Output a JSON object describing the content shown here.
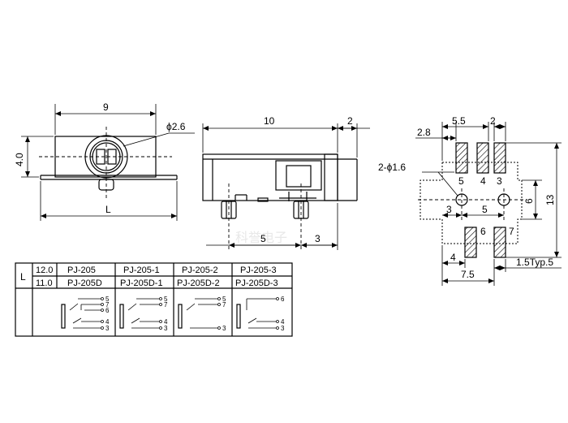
{
  "dims": {
    "front_width": "9",
    "front_height": "4.0",
    "front_length": "L",
    "hole_dia": "ϕ2.6",
    "side_length": "10",
    "side_tab": "2",
    "side_pin1": "5",
    "side_pin2": "3",
    "fp_2_8": "2.8",
    "fp_5_5": "5.5",
    "fp_2": "2",
    "fp_hole": "2-ϕ1.6",
    "fp_6": "6",
    "fp_13": "13",
    "fp_3": "3",
    "fp_5": "5",
    "fp_4": "4",
    "fp_7_5": "7.5",
    "fp_typ": "1.5Typ.5"
  },
  "pads": {
    "p5": "5",
    "p4": "4",
    "p3": "3",
    "p6": "6",
    "p7": "7"
  },
  "table": {
    "l_header": "L",
    "rows": [
      {
        "len": "12.0",
        "models": [
          "PJ-205",
          "PJ-205-1",
          "PJ-205-2",
          "PJ-205-3"
        ]
      },
      {
        "len": "11.0",
        "models": [
          "PJ-205D",
          "PJ-205D-1",
          "PJ-205D-2",
          "PJ-205D-3"
        ]
      }
    ],
    "schematics": [
      {
        "pins": [
          "5",
          "7",
          "6",
          "4",
          "3"
        ]
      },
      {
        "pins": [
          "5",
          "7",
          "4",
          "3"
        ]
      },
      {
        "pins": [
          "5",
          "7",
          "3"
        ]
      },
      {
        "pins": [
          "6",
          "4",
          "3"
        ]
      }
    ]
  },
  "watermark": "科誉电子"
}
